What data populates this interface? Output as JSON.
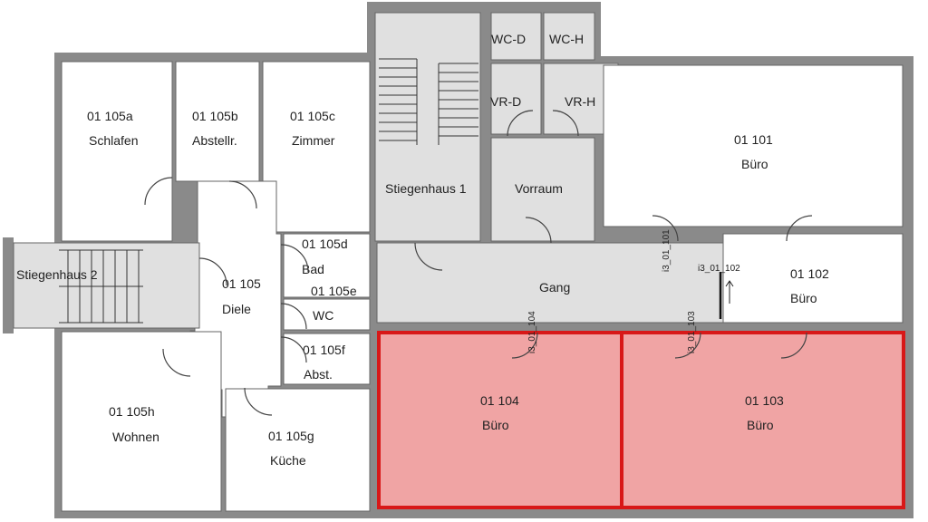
{
  "rooms": {
    "r105a": {
      "id": "01 105a",
      "name": "Schlafen"
    },
    "r105b": {
      "id": "01 105b",
      "name": "Abstellr."
    },
    "r105c": {
      "id": "01 105c",
      "name": "Zimmer"
    },
    "r105": {
      "id": "01 105",
      "name": "Diele"
    },
    "r105d": {
      "id": "01 105d",
      "name": "Bad"
    },
    "r105e": {
      "id": "01 105e",
      "name": "WC"
    },
    "r105f": {
      "id": "01 105f",
      "name": "Abst."
    },
    "r105g": {
      "id": "01 105g",
      "name": "Küche"
    },
    "r105h": {
      "id": "01 105h",
      "name": "Wohnen"
    },
    "stair2": {
      "name": "Stiegenhaus 2"
    },
    "stair1": {
      "name": "Stiegenhaus 1"
    },
    "wcd": {
      "name": "WC-D"
    },
    "wch": {
      "name": "WC-H"
    },
    "vrd": {
      "name": "VR-D"
    },
    "vrh": {
      "name": "VR-H"
    },
    "vorraum": {
      "name": "Vorraum"
    },
    "gang": {
      "name": "Gang"
    },
    "r101": {
      "id": "01 101",
      "name": "Büro"
    },
    "r102": {
      "id": "01 102",
      "name": "Büro"
    },
    "r103": {
      "id": "01 103",
      "name": "Büro"
    },
    "r104": {
      "id": "01 104",
      "name": "Büro"
    }
  },
  "doors": {
    "d101": "i3_01_101",
    "d102": "i3_01_102",
    "d103": "i3_01_103",
    "d104": "i3_01_104"
  },
  "colors": {
    "highlight_fill": "#f0a4a4",
    "highlight_stroke": "#d81818"
  }
}
